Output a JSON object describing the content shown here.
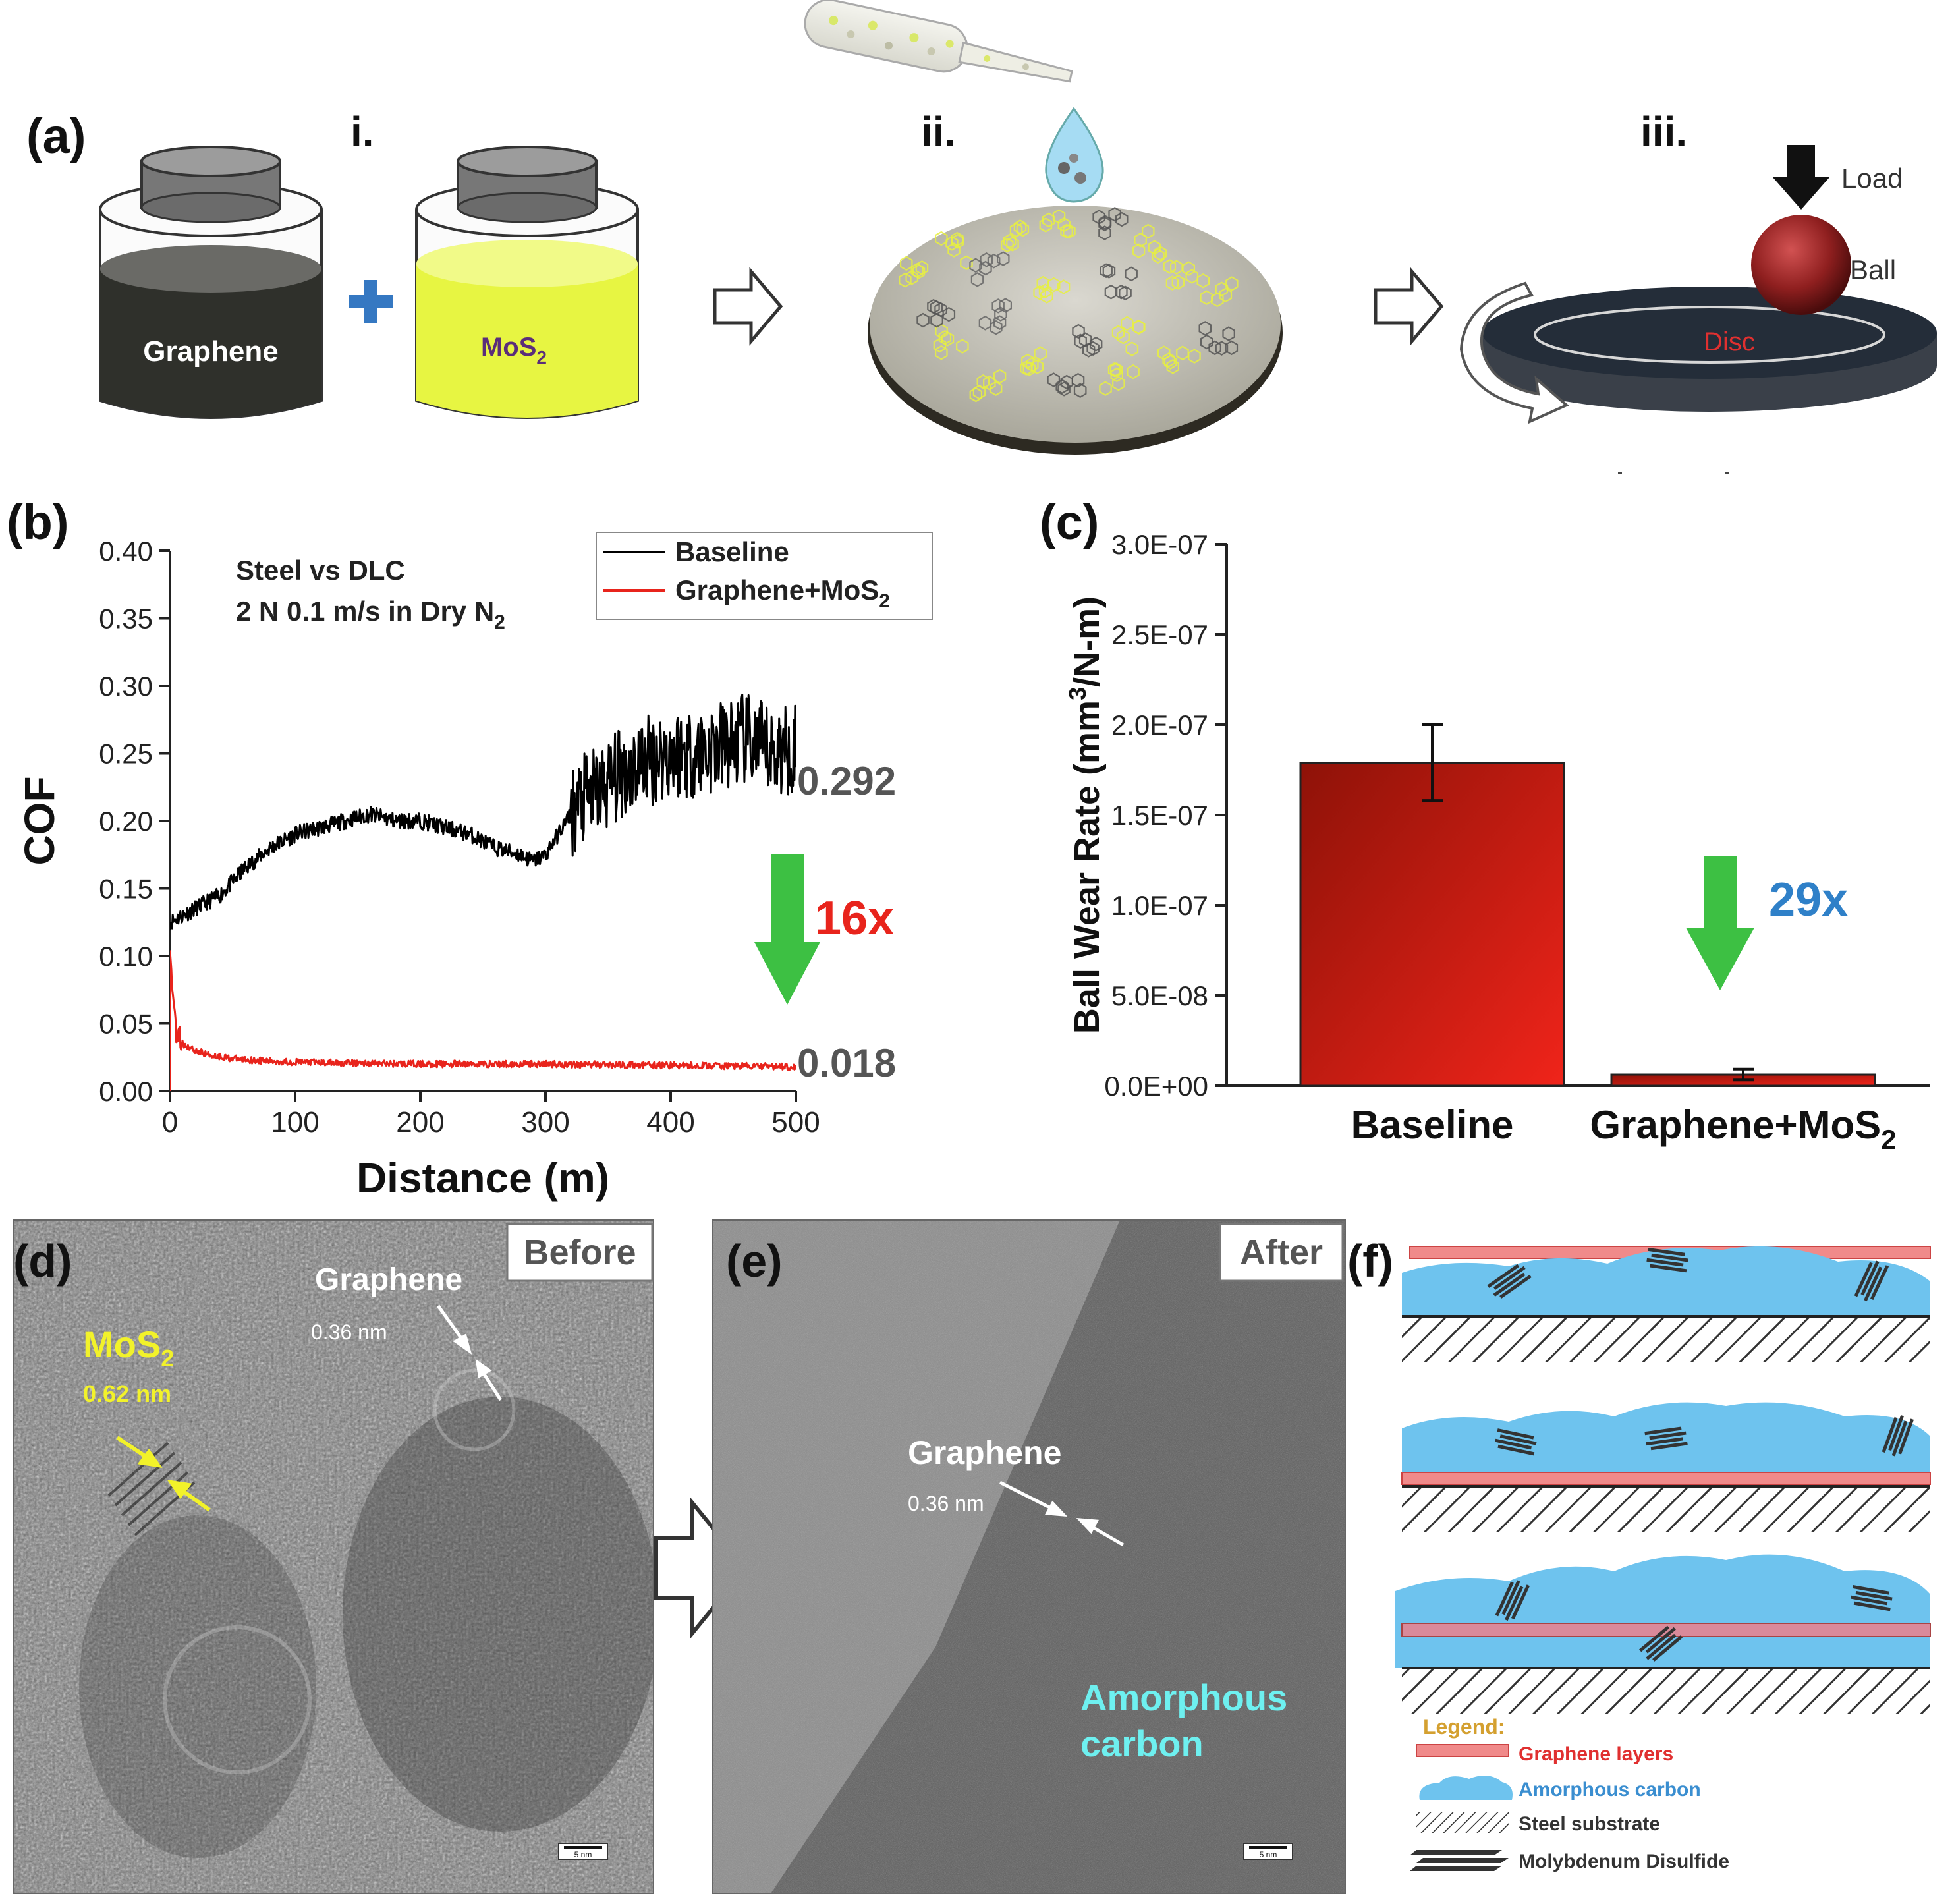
{
  "panel_a": {
    "label": "(a)",
    "step_i": "i.",
    "step_ii": "ii.",
    "step_iii": "iii.",
    "graphene": "Graphene",
    "mos2": "MoS",
    "mos2_sub": "2",
    "load": "Load",
    "ball": "Ball",
    "disc": "Disc"
  },
  "panel_b": {
    "label": "(b)",
    "note_line1": "Steel vs DLC",
    "note_line2": "2 N 0.1 m/s in Dry N",
    "note_sub": "2",
    "end_baseline": "0.292",
    "end_graphene": "0.018",
    "reduction": "16x"
  },
  "panel_c": {
    "label": "(c)",
    "reduction": "29x"
  },
  "panel_d": {
    "label": "(d)",
    "tag": "Before",
    "graphene": "Graphene",
    "graphene_spacing": "0.36 nm",
    "mos2": "MoS",
    "mos2_sub": "2",
    "mos2_spacing": "0.62 nm",
    "scale": "5 nm"
  },
  "panel_e": {
    "label": "(e)",
    "tag": "After",
    "graphene": "Graphene",
    "graphene_spacing": "0.36 nm",
    "amorphous_1": "Amorphous",
    "amorphous_2": "carbon",
    "scale": "5 nm"
  },
  "panel_f": {
    "label": "(f)",
    "legend_title": "Legend:",
    "legend_graphene": "Graphene layers",
    "legend_amorphous": "Amorphous carbon",
    "legend_steel": "Steel substrate",
    "legend_mos2": "Molybdenum Disulfide"
  },
  "colors": {
    "baseline": "#000000",
    "graphene_mos2": "#e8241c",
    "arrow_green": "#3dc043",
    "accent_red": "#e8241c",
    "accent_blue": "#2f80c8",
    "mos2_yellow": "#e7f542",
    "amorphous_blue": "#6ec3ee",
    "graphene_pink": "#f08a8a",
    "cyan_text": "#6ef0f0",
    "yellow_text": "#f2f22a"
  },
  "chart_data": [
    {
      "type": "line",
      "xlabel": "Distance (m)",
      "ylabel": "COF",
      "xlim": [
        0,
        500
      ],
      "ylim": [
        0,
        0.4
      ],
      "x_ticks": [
        "0",
        "100",
        "200",
        "300",
        "400",
        "500"
      ],
      "y_ticks": [
        "0.00",
        "0.05",
        "0.10",
        "0.15",
        "0.20",
        "0.25",
        "0.30",
        "0.35",
        "0.40"
      ],
      "legend_position": "top-right",
      "series": [
        {
          "name": "Baseline",
          "x": [
            0,
            20,
            40,
            60,
            80,
            100,
            120,
            140,
            160,
            180,
            200,
            220,
            240,
            260,
            280,
            290,
            300,
            310,
            320,
            330,
            340,
            360,
            380,
            400,
            420,
            440,
            460,
            480,
            500
          ],
          "y": [
            0.125,
            0.135,
            0.145,
            0.165,
            0.18,
            0.19,
            0.195,
            0.2,
            0.205,
            0.2,
            0.2,
            0.195,
            0.19,
            0.18,
            0.175,
            0.17,
            0.175,
            0.19,
            0.205,
            0.215,
            0.22,
            0.235,
            0.245,
            0.25,
            0.25,
            0.255,
            0.26,
            0.25,
            0.255
          ],
          "end_value": 0.292
        },
        {
          "name": "Graphene+MoS",
          "name_sub": "2",
          "x": [
            0,
            5,
            10,
            20,
            30,
            50,
            80,
            120,
            200,
            300,
            400,
            500
          ],
          "y": [
            0.1,
            0.045,
            0.035,
            0.03,
            0.027,
            0.024,
            0.022,
            0.021,
            0.02,
            0.02,
            0.019,
            0.018
          ],
          "end_value": 0.018
        }
      ]
    },
    {
      "type": "bar",
      "ylabel": "Ball Wear Rate (mm",
      "ylabel_sup": "3",
      "ylabel_tail": "/N-m)",
      "ylim": [
        0,
        3e-07
      ],
      "y_ticks": [
        "0.0E+00",
        "5.0E-08",
        "1.0E-07",
        "1.5E-07",
        "2.0E-07",
        "2.5E-07",
        "3.0E-07"
      ],
      "categories": [
        "Baseline",
        "Graphene+MoS"
      ],
      "category_subs": [
        "",
        "2"
      ],
      "values": [
        1.79e-07,
        6.2e-09
      ],
      "errors": [
        2.1e-08,
        3e-09
      ]
    }
  ]
}
